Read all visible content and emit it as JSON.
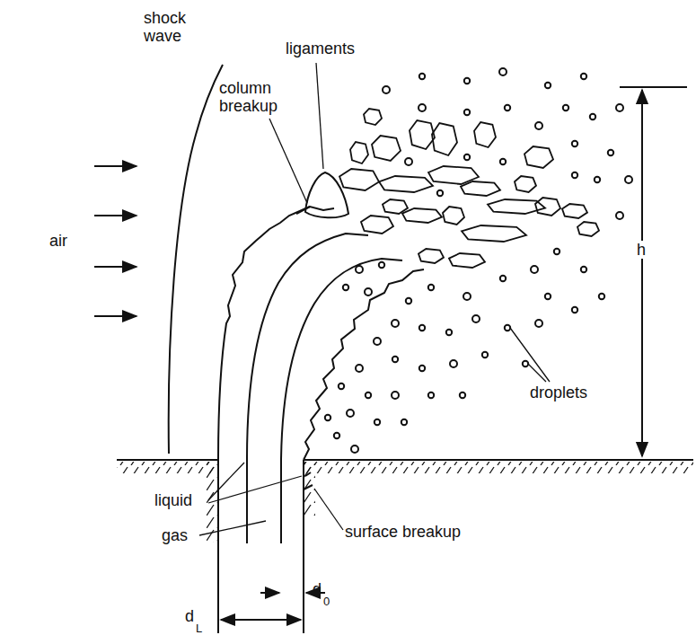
{
  "diagram": {
    "labels": [
      "shock wave",
      "ligaments",
      "column breakup",
      "air",
      "liquid",
      "gas",
      "surface breakup",
      "droplets",
      "h",
      "d",
      "L",
      "d",
      "0"
    ]
  }
}
